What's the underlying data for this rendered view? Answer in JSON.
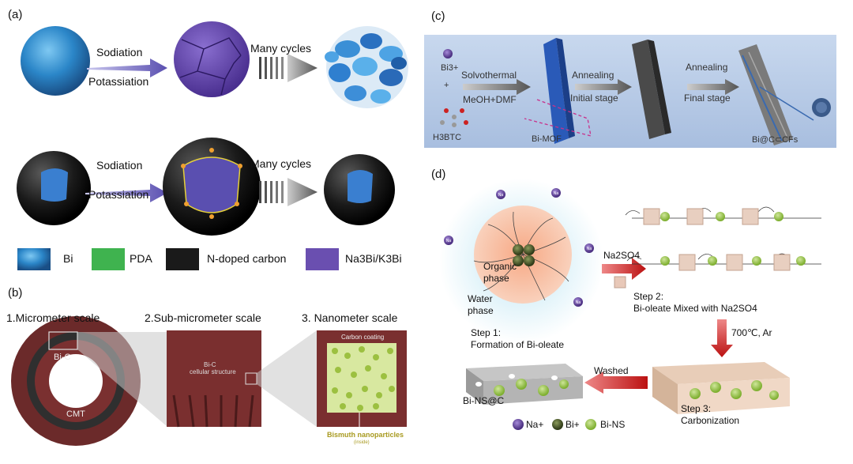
{
  "panels": {
    "a": {
      "label": "(a)",
      "row1": {
        "arrow_top": "Sodiation",
        "arrow_bottom": "Potassiation",
        "cycles": "Many cycles"
      },
      "row2": {
        "arrow_top": "Sodiation",
        "arrow_bottom": "Potassiation",
        "cycles": "Many cycles"
      },
      "legend": [
        {
          "name": "Bi",
          "color": "#3aa0e0"
        },
        {
          "name": "PDA",
          "color": "#3fb34f"
        },
        {
          "name": "N-doped carbon",
          "color": "#1a1a1a"
        },
        {
          "name": "Na3Bi/K3Bi",
          "color": "#6a4fb0"
        }
      ]
    },
    "b": {
      "label": "(b)",
      "scales": [
        "1.Micrometer scale",
        "2.Sub-micrometer scale",
        "3. Nanometer scale"
      ],
      "bic": "Bi-C",
      "cmt": "CMT",
      "cellular_1": "Bi-C",
      "cellular_2": "cellular structure",
      "carbon_coating": "Carbon coating",
      "nanoparticles": "Bismuth nanoparticles",
      "inside": "(inside)"
    },
    "c": {
      "label": "(c)",
      "bi3": "Bi3+",
      "plus": "+",
      "h3btc": "H3BTC",
      "solvothermal": "Solvothermal",
      "meoh": "MeOH+DMF",
      "annealing1": "Annealing",
      "initial": "Initial stage",
      "annealing2": "Annealing",
      "final": "Final stage",
      "bimof": "Bi-MOF",
      "product": "Bi@C⊂CFs"
    },
    "d": {
      "label": "(d)",
      "organic_1": "Organic",
      "organic_2": "phase",
      "water_1": "Water",
      "water_2": "phase",
      "na2so4": "Na2SO4",
      "step1_1": "Step 1:",
      "step1_2": "Formation of Bi-oleate",
      "step2_1": "Step 2:",
      "step2_2": "Bi-oleate Mixed with Na2SO4",
      "temp": "700℃, Ar",
      "washed": "Washed",
      "product": "Bi-NS@C",
      "step3_1": "Step 3:",
      "step3_2": "Carbonization",
      "ion_na": "Na",
      "legend": [
        {
          "name": "Na+",
          "color": "#6a3fa0"
        },
        {
          "name": "Bi+",
          "color": "#4d5a2a"
        },
        {
          "name": "Bi-NS",
          "color": "#8fc240"
        }
      ]
    }
  }
}
